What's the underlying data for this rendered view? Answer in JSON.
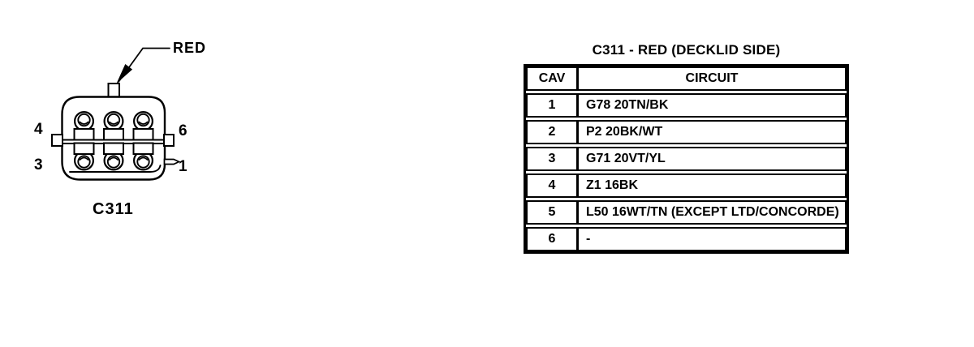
{
  "page": {
    "paper_color": "#ffffff",
    "ink_color": "#000000"
  },
  "connector_diagram": {
    "connector_id": "C311",
    "color_callout": "RED",
    "pin_labels": {
      "top_left": "4",
      "bottom_left": "3",
      "top_right": "6",
      "bottom_right": "1"
    }
  },
  "pinout_table": {
    "title": "C311 - RED (DECKLID SIDE)",
    "columns": {
      "cav": "CAV",
      "circuit": "CIRCUIT"
    },
    "rows": [
      {
        "cav": "1",
        "circuit": "G78 20TN/BK"
      },
      {
        "cav": "2",
        "circuit": "P2 20BK/WT"
      },
      {
        "cav": "3",
        "circuit": "G71 20VT/YL"
      },
      {
        "cav": "4",
        "circuit": "Z1 16BK"
      },
      {
        "cav": "5",
        "circuit": "L50 16WT/TN (EXCEPT LTD/CONCORDE)"
      },
      {
        "cav": "6",
        "circuit": "-"
      }
    ]
  }
}
